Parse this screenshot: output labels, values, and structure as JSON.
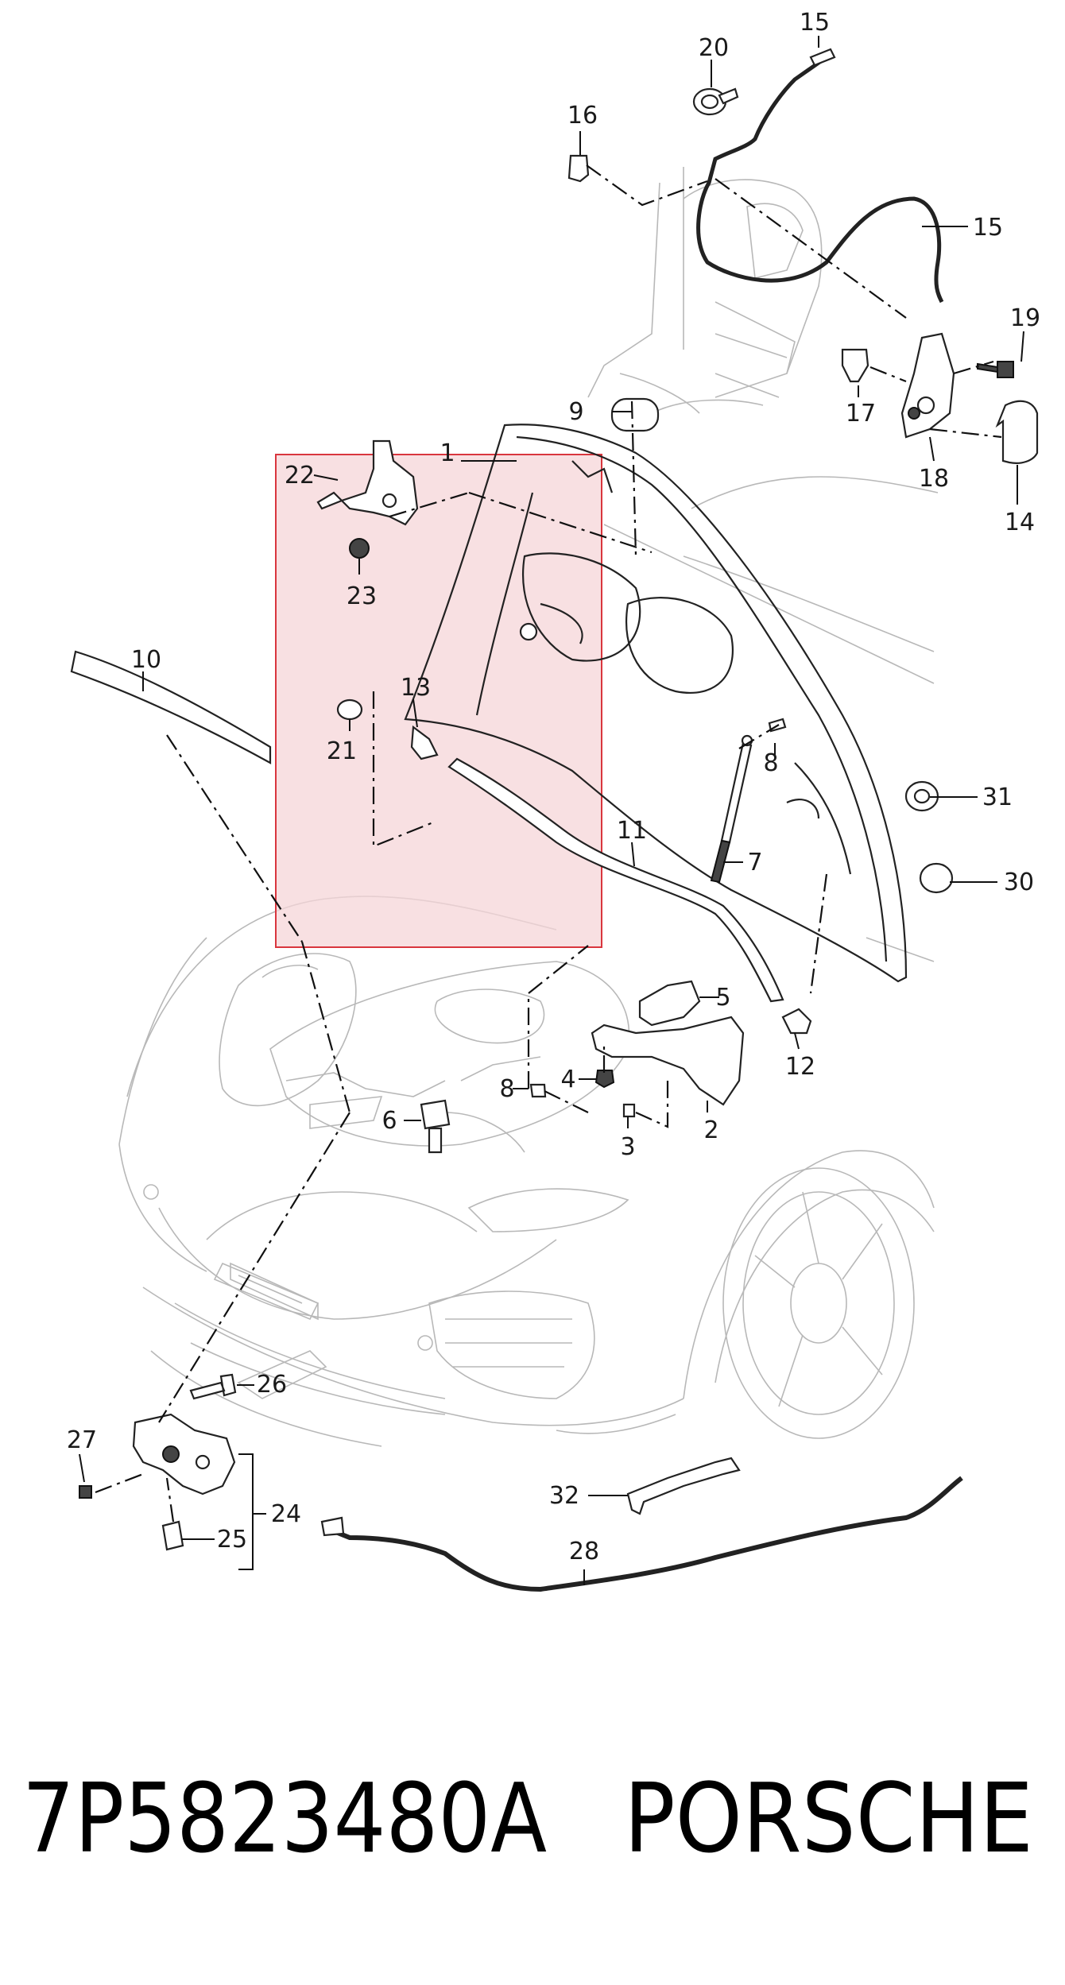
{
  "callouts": [
    {
      "id": "1",
      "label": "1"
    },
    {
      "id": "2",
      "label": "2"
    },
    {
      "id": "3",
      "label": "3"
    },
    {
      "id": "4",
      "label": "4"
    },
    {
      "id": "5",
      "label": "5"
    },
    {
      "id": "6",
      "label": "6"
    },
    {
      "id": "7",
      "label": "7"
    },
    {
      "id": "8a",
      "label": "8"
    },
    {
      "id": "8b",
      "label": "8"
    },
    {
      "id": "9",
      "label": "9"
    },
    {
      "id": "10",
      "label": "10"
    },
    {
      "id": "11",
      "label": "11"
    },
    {
      "id": "12",
      "label": "12"
    },
    {
      "id": "13",
      "label": "13"
    },
    {
      "id": "14",
      "label": "14"
    },
    {
      "id": "15a",
      "label": "15"
    },
    {
      "id": "15b",
      "label": "15"
    },
    {
      "id": "16",
      "label": "16"
    },
    {
      "id": "17",
      "label": "17"
    },
    {
      "id": "18",
      "label": "18"
    },
    {
      "id": "19",
      "label": "19"
    },
    {
      "id": "20",
      "label": "20"
    },
    {
      "id": "21",
      "label": "21"
    },
    {
      "id": "22",
      "label": "22"
    },
    {
      "id": "23",
      "label": "23"
    },
    {
      "id": "24",
      "label": "24"
    },
    {
      "id": "25",
      "label": "25"
    },
    {
      "id": "26",
      "label": "26"
    },
    {
      "id": "27",
      "label": "27"
    },
    {
      "id": "28",
      "label": "28"
    },
    {
      "id": "30",
      "label": "30"
    },
    {
      "id": "31",
      "label": "31"
    },
    {
      "id": "32",
      "label": "32"
    }
  ],
  "footer": {
    "part_number": "7P5823480A",
    "brand": "PORSCHE"
  },
  "highlight": {
    "fill": "#f5d5d8",
    "stroke": "#d9363e"
  }
}
